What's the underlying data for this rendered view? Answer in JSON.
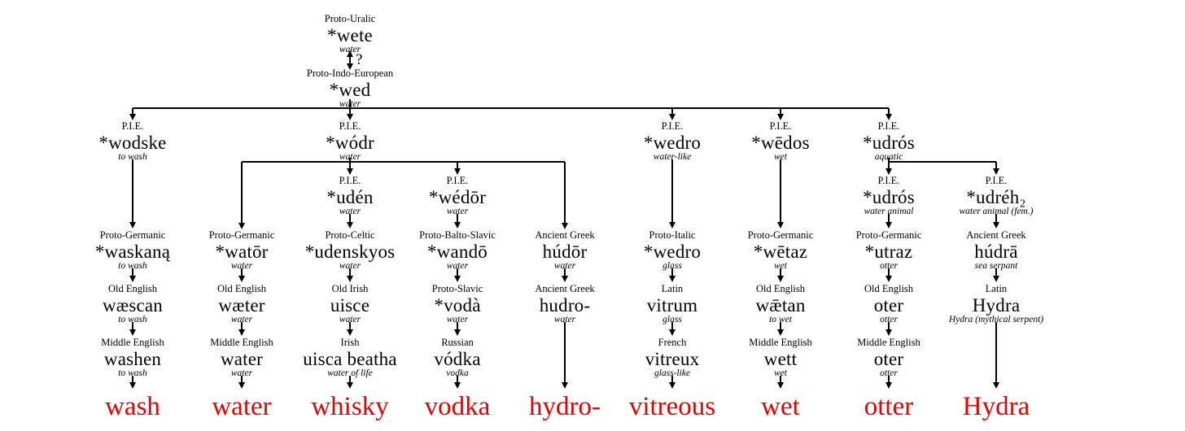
{
  "colors": {
    "line": "#000000",
    "text": "#000000",
    "modern": "#e60000"
  },
  "root": {
    "uralic": {
      "lang": "Proto-Uralic",
      "word": "*wete",
      "gloss": "water"
    },
    "link_mark": "?",
    "pie": {
      "lang": "Proto-Indo-European",
      "word": "*wed",
      "gloss": "water"
    }
  },
  "branches": [
    {
      "id": "wash",
      "nodes": [
        {
          "lang": "P.I.E.",
          "word": "*wodske",
          "gloss": "to wash"
        },
        {
          "lang": "Proto-Germanic",
          "word": "*waskaną",
          "gloss": "to wash"
        },
        {
          "lang": "Old English",
          "word": "wæscan",
          "gloss": "to wash"
        },
        {
          "lang": "Middle English",
          "word": "washen",
          "gloss": "to wash"
        }
      ],
      "modern": "wash"
    },
    {
      "id": "wodr",
      "node": {
        "lang": "P.I.E.",
        "word": "*wódr",
        "gloss": "water"
      },
      "children": [
        {
          "id": "water",
          "nodes": [
            {
              "lang": "Proto-Germanic",
              "word": "*watōr",
              "gloss": "water"
            },
            {
              "lang": "Old English",
              "word": "wæter",
              "gloss": "water"
            },
            {
              "lang": "Middle English",
              "word": "water",
              "gloss": "water"
            }
          ],
          "modern": "water"
        },
        {
          "id": "whisky",
          "nodes": [
            {
              "lang": "P.I.E.",
              "word": "*udén",
              "gloss": "water"
            },
            {
              "lang": "Proto-Celtic",
              "word": "*udenskyos",
              "gloss": "water"
            },
            {
              "lang": "Old Irish",
              "word": "uisce",
              "gloss": "water"
            },
            {
              "lang": "Irish",
              "word": "uisca beatha",
              "gloss": "water of life"
            }
          ],
          "modern": "whisky"
        },
        {
          "id": "vodka",
          "nodes": [
            {
              "lang": "P.I.E.",
              "word": "*wédōr",
              "gloss": "water"
            },
            {
              "lang": "Proto-Balto-Slavic",
              "word": "*wandō",
              "gloss": "water"
            },
            {
              "lang": "Proto-Slavic",
              "word": "*vodà",
              "gloss": "water"
            },
            {
              "lang": "Russian",
              "word": "vódka",
              "gloss": "vodka"
            }
          ],
          "modern": "vodka"
        },
        {
          "id": "hydro",
          "nodes": [
            {
              "lang": "Ancient Greek",
              "word": "húdōr",
              "gloss": "water"
            },
            {
              "lang": "Ancient Greek",
              "word": "hudro-",
              "gloss": "water"
            }
          ],
          "modern": "hydro-"
        }
      ]
    },
    {
      "id": "vitreous",
      "nodes": [
        {
          "lang": "P.I.E.",
          "word": "*wedro",
          "gloss": "water-like"
        },
        {
          "lang": "Proto-Italic",
          "word": "*wedro",
          "gloss": "glass"
        },
        {
          "lang": "Latin",
          "word": "vitrum",
          "gloss": "glass"
        },
        {
          "lang": "French",
          "word": "vitreux",
          "gloss": "glass-like"
        }
      ],
      "modern": "vitreous"
    },
    {
      "id": "wet",
      "nodes": [
        {
          "lang": "P.I.E.",
          "word": "*wēdos",
          "gloss": "wet"
        },
        {
          "lang": "Proto-Germanic",
          "word": "*wētaz",
          "gloss": "wet"
        },
        {
          "lang": "Old English",
          "word": "wǣtan",
          "gloss": "to wet"
        },
        {
          "lang": "Middle English",
          "word": "wett",
          "gloss": "wet"
        }
      ],
      "modern": "wet"
    },
    {
      "id": "udros",
      "node": {
        "lang": "P.I.E.",
        "word": "*udrós",
        "gloss": "aquatic"
      },
      "children": [
        {
          "id": "otter",
          "nodes": [
            {
              "lang": "P.I.E.",
              "word": "*udrós",
              "gloss": "water animal"
            },
            {
              "lang": "Proto-Germanic",
              "word": "*utraz",
              "gloss": "otter"
            },
            {
              "lang": "Old English",
              "word": "oter",
              "gloss": "otter"
            },
            {
              "lang": "Middle English",
              "word": "oter",
              "gloss": "otter"
            }
          ],
          "modern": "otter"
        },
        {
          "id": "hydra",
          "nodes": [
            {
              "lang": "P.I.E.",
              "word": "*udréh₂",
              "gloss": "water animal (fem.)"
            },
            {
              "lang": "Ancient Greek",
              "word": "húdrā",
              "gloss": "sea serpant"
            },
            {
              "lang": "Latin",
              "word": "Hydra",
              "gloss": "Hydra (mythical serpent)"
            }
          ],
          "modern": "Hydra"
        }
      ]
    }
  ]
}
